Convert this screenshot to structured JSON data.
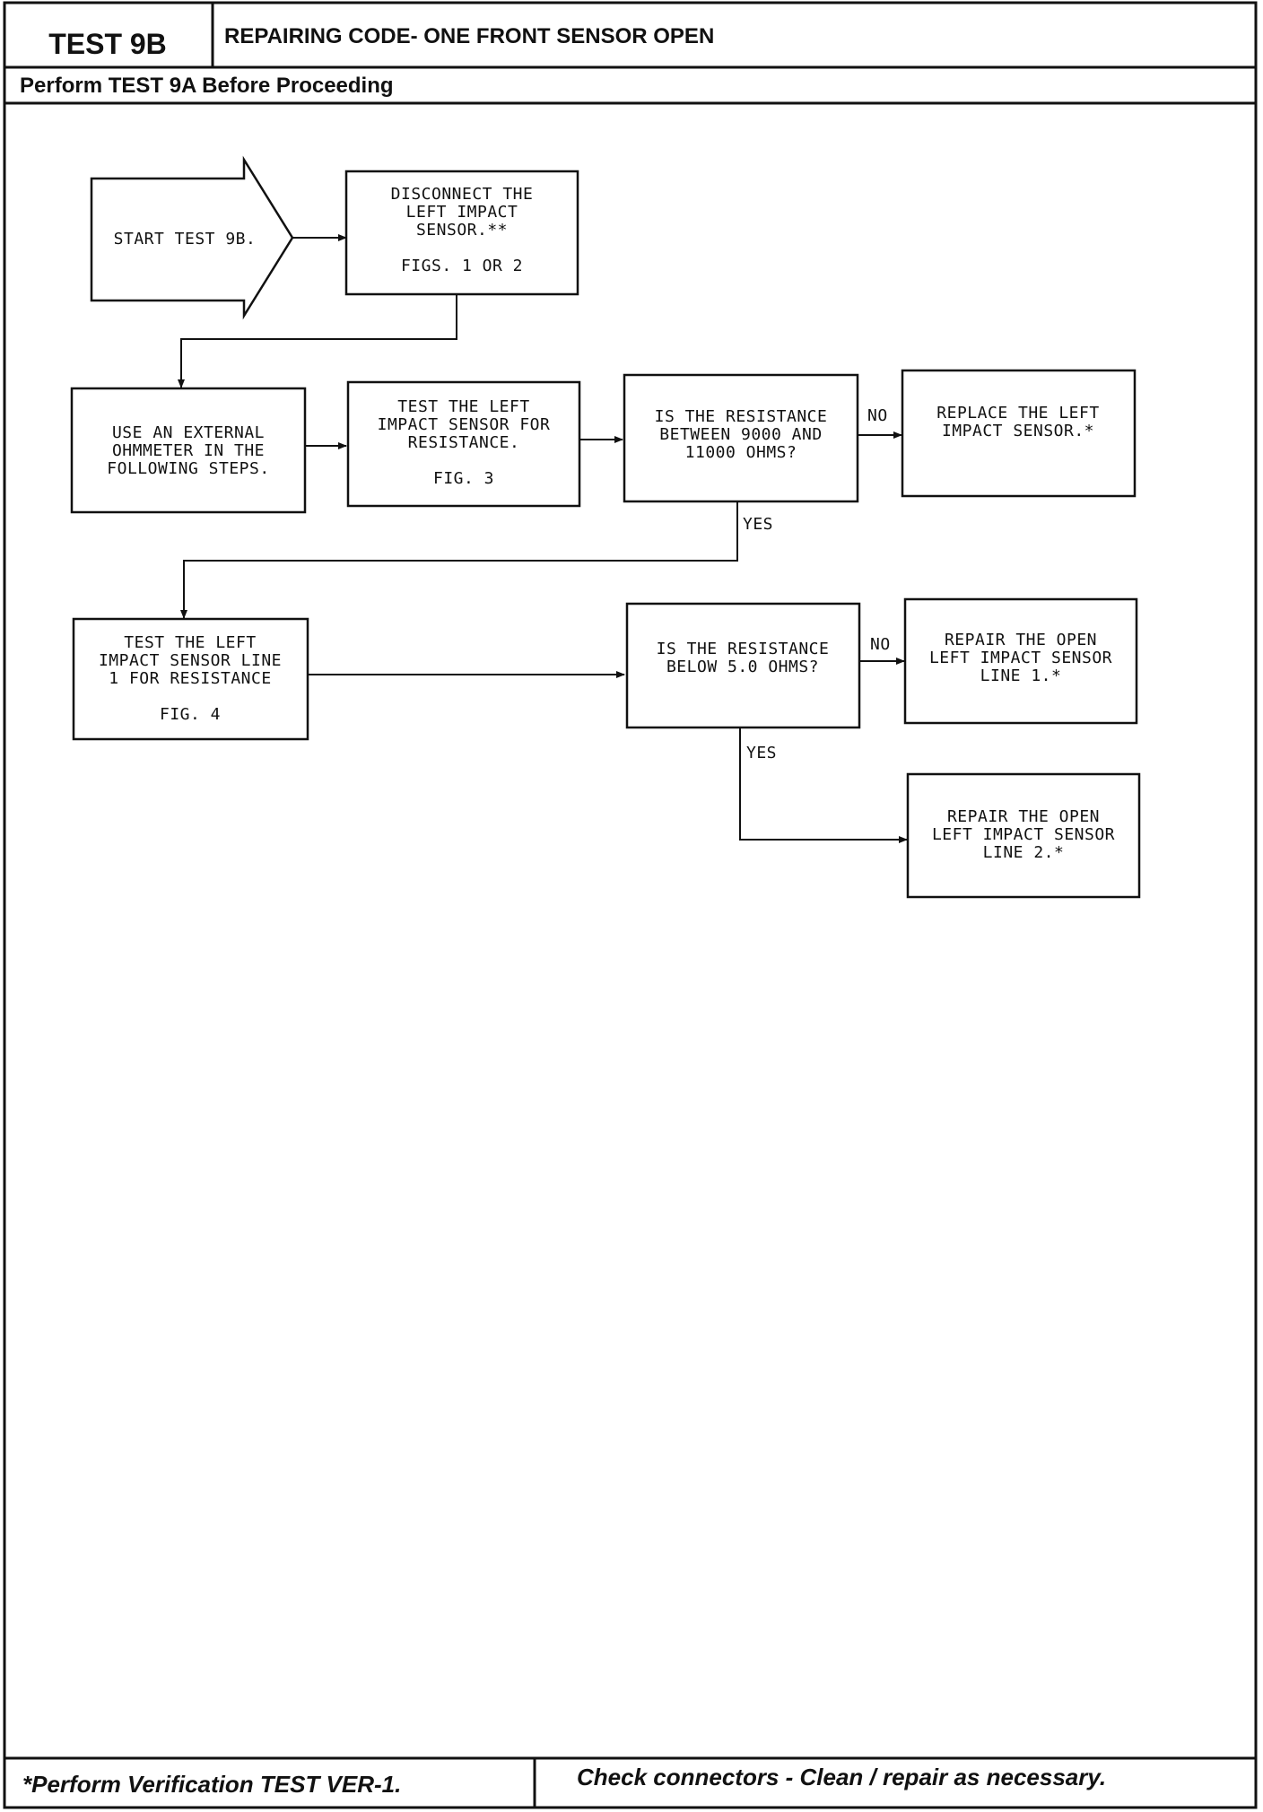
{
  "header": {
    "test_id": "TEST 9B",
    "title": "REPAIRING CODE- ONE FRONT SENSOR OPEN",
    "subtitle": "Perform TEST 9A Before Proceeding"
  },
  "flowchart": {
    "start": [
      "START TEST 9B."
    ],
    "disconnect": [
      "DISCONNECT THE",
      "LEFT IMPACT",
      "SENSOR.**",
      "",
      "FIGS. 1 OR 2"
    ],
    "ohmmeter": [
      "USE AN EXTERNAL",
      "OHMMETER IN THE",
      "FOLLOWING STEPS."
    ],
    "test_sensor": [
      "TEST THE LEFT",
      "IMPACT SENSOR FOR",
      "RESISTANCE.",
      "",
      "FIG. 3"
    ],
    "decision1": [
      "IS THE RESISTANCE",
      "BETWEEN 9000 AND",
      "11000 OHMS?"
    ],
    "replace": [
      "REPLACE THE LEFT",
      "IMPACT SENSOR.*"
    ],
    "test_line1": [
      "TEST THE LEFT",
      "IMPACT SENSOR LINE",
      "1 FOR RESISTANCE",
      "",
      "FIG. 4"
    ],
    "decision2": [
      "IS THE RESISTANCE",
      "BELOW 5.0 OHMS?"
    ],
    "repair_line1": [
      "REPAIR THE OPEN",
      "LEFT IMPACT SENSOR",
      "LINE 1.*"
    ],
    "repair_line2": [
      "REPAIR THE OPEN",
      "LEFT IMPACT SENSOR",
      "LINE 2.*"
    ],
    "labels": {
      "no1": "NO",
      "yes1": "YES",
      "no2": "NO",
      "yes2": "YES"
    }
  },
  "footer": {
    "left": "*Perform Verification TEST VER-1.",
    "right": "Check connectors - Clean / repair as necessary."
  }
}
